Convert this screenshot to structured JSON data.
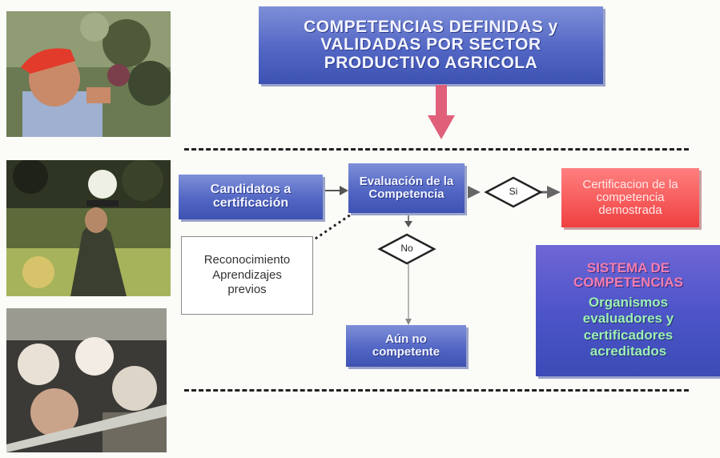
{
  "title": "COMPETENCIAS DEFINIDAS y VALIDADAS POR SECTOR PRODUCTIVO AGRICOLA",
  "nodes": {
    "candidatos": "Candidatos a certificación",
    "evaluacion": "Evaluación de la Competencia",
    "si": "Si",
    "no": "No",
    "certificacion": "Certificacion de la competencia demostrada",
    "reconocimiento": "Reconocimiento Aprendizajes previos",
    "aun_no": "Aún no competente"
  },
  "sistema": {
    "heading": "SISTEMA DE COMPETENCIAS",
    "body": "Organismos evaluadores y certificadores acreditados"
  },
  "colors": {
    "blue_box": "#5266c4",
    "red_box": "#f04040",
    "arrow_pink": "#e0607a",
    "arrow_gray": "#666666"
  },
  "photos": [
    "worker-red-cap-photo",
    "grape-harvest-photo",
    "packing-line-photo"
  ]
}
